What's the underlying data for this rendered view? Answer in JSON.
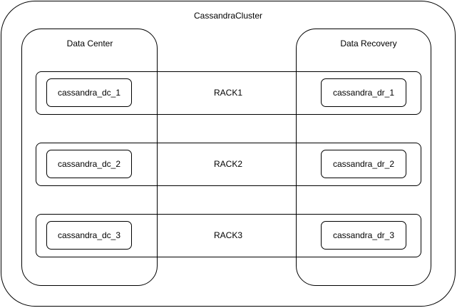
{
  "cluster": {
    "title": "CassandraCluster"
  },
  "datacenters": [
    {
      "label": "Data Center"
    },
    {
      "label": "Data Recovery"
    }
  ],
  "racks": [
    {
      "label": "RACK1",
      "left_node": "cassandra_dc_1",
      "right_node": "cassandra_dr_1"
    },
    {
      "label": "RACK2",
      "left_node": "cassandra_dc_2",
      "right_node": "cassandra_dr_2"
    },
    {
      "label": "RACK3",
      "left_node": "cassandra_dc_3",
      "right_node": "cassandra_dr_3"
    }
  ],
  "colors": {
    "stroke": "#000000",
    "background": "#ffffff"
  }
}
